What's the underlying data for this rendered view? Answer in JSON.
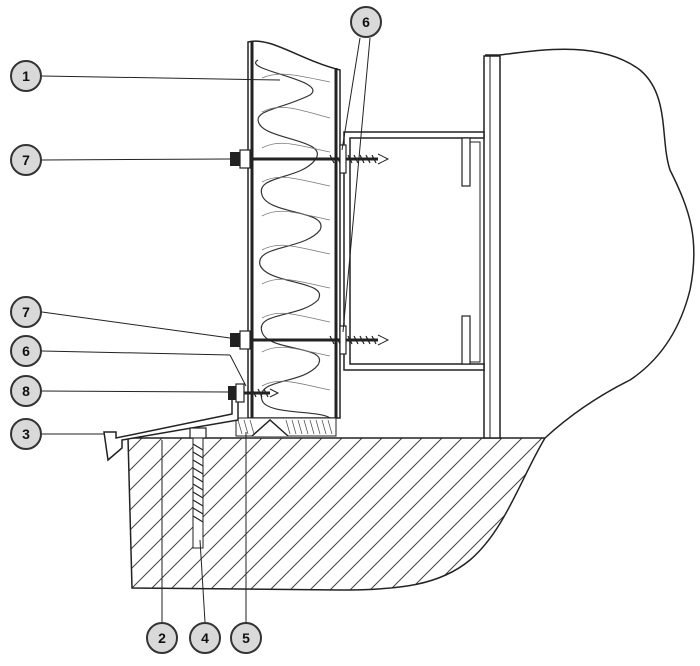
{
  "callouts": [
    {
      "id": "c1",
      "label": "1"
    },
    {
      "id": "c7a",
      "label": "7"
    },
    {
      "id": "c7b",
      "label": "7"
    },
    {
      "id": "c6a",
      "label": "6"
    },
    {
      "id": "c8",
      "label": "8"
    },
    {
      "id": "c3",
      "label": "3"
    },
    {
      "id": "c6top",
      "label": "6"
    },
    {
      "id": "c2",
      "label": "2"
    },
    {
      "id": "c4",
      "label": "4"
    },
    {
      "id": "c5",
      "label": "5"
    }
  ]
}
